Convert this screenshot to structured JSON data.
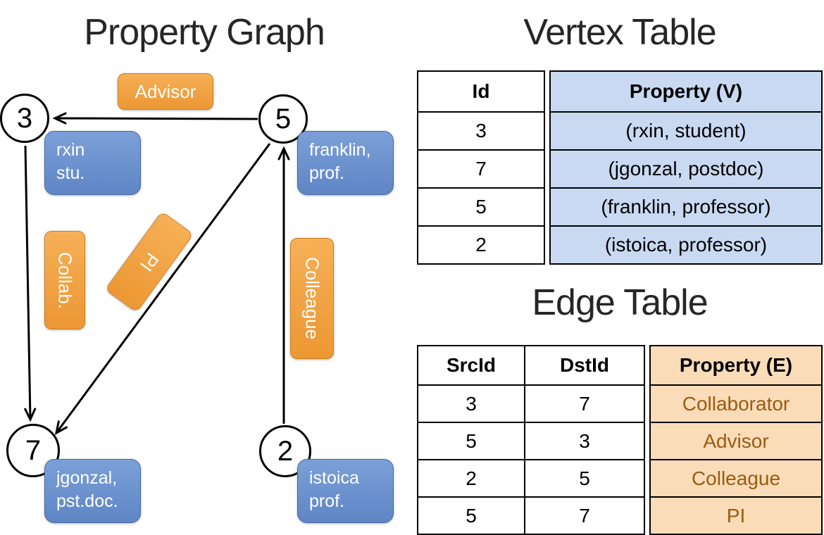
{
  "graph": {
    "title": "Property Graph",
    "nodes": [
      {
        "id": "3"
      },
      {
        "id": "5"
      },
      {
        "id": "7"
      },
      {
        "id": "2"
      }
    ],
    "vertex_boxes": [
      {
        "line1": "rxin",
        "line2": "stu."
      },
      {
        "line1": "franklin,",
        "line2": "prof."
      },
      {
        "line1": "jgonzal,",
        "line2": "pst.doc."
      },
      {
        "line1": "istoica",
        "line2": "prof."
      }
    ],
    "edge_boxes": [
      {
        "label": "Advisor"
      },
      {
        "label": "Collab."
      },
      {
        "label": "PI"
      },
      {
        "label": "Colleague"
      }
    ]
  },
  "vertex_table": {
    "title": "Vertex Table",
    "col_id": "Id",
    "col_property": "Property (V)",
    "rows": [
      {
        "id": "3",
        "property": "(rxin, student)"
      },
      {
        "id": "7",
        "property": "(jgonzal, postdoc)"
      },
      {
        "id": "5",
        "property": "(franklin, professor)"
      },
      {
        "id": "2",
        "property": "(istoica, professor)"
      }
    ]
  },
  "edge_table": {
    "title": "Edge Table",
    "col_src": "SrcId",
    "col_dst": "DstId",
    "col_property": "Property (E)",
    "rows": [
      {
        "src": "3",
        "dst": "7",
        "property": "Collaborator"
      },
      {
        "src": "5",
        "dst": "3",
        "property": "Advisor"
      },
      {
        "src": "2",
        "dst": "5",
        "property": "Colleague"
      },
      {
        "src": "5",
        "dst": "7",
        "property": "PI"
      }
    ]
  },
  "colors": {
    "edge_label_bg": "#EC9733",
    "edge_label_bg_light": "#F6B057",
    "vertex_label_bg": "#5F85C6",
    "vertex_label_bg_light": "#7BA0D8",
    "vertex_cell_bg": "#C9D9F2",
    "edge_cell_bg": "#FBDCB9",
    "edge_cell_text": "#9A5B12",
    "arrow_color": "#000000"
  }
}
